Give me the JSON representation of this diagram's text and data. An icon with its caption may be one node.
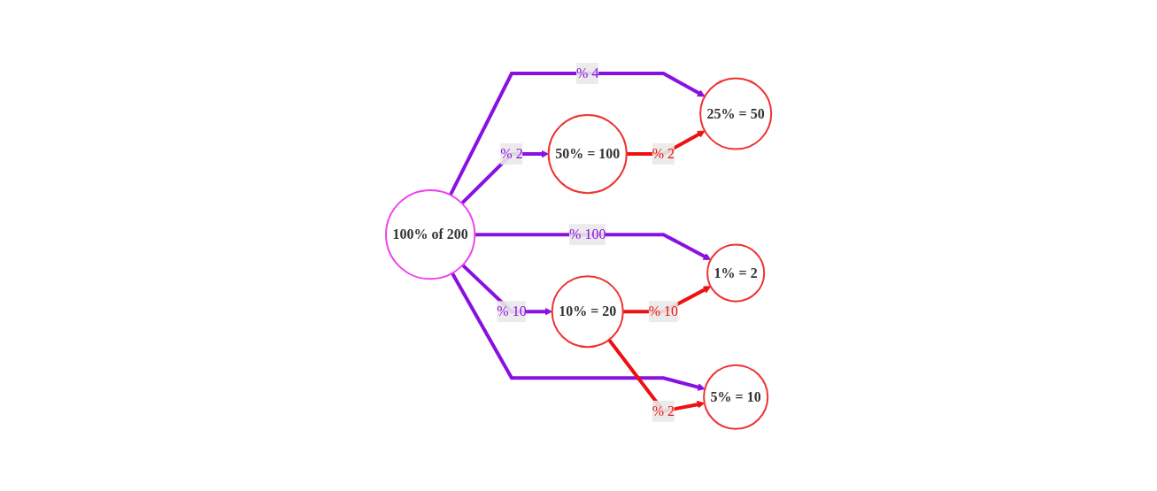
{
  "diagram": {
    "nodes": [
      {
        "text": [
          "50% = 100"
        ]
      },
      {
        "text": [
          "1% = 2"
        ]
      },
      {
        "text": [
          "100% of 200"
        ]
      },
      {
        "text": [
          "10% = 20"
        ]
      },
      {
        "text": [
          "25% = 50"
        ]
      },
      {
        "text": [
          "5% = 10"
        ]
      }
    ],
    "edges": [
      {
        "from": 2,
        "to": 0,
        "arrow": "to",
        "label": "% 2"
      },
      {
        "from": 2,
        "to": 1,
        "arrow": "to",
        "label": "% 100"
      },
      {
        "from": 2,
        "to": 3,
        "arrow": "to",
        "label": "% 10"
      },
      {
        "from": 2,
        "to": 4,
        "arrow": "to",
        "label": "% 4"
      },
      {
        "from": 2,
        "to": 5,
        "arrow": "to"
      },
      {
        "from": 0,
        "to": 4,
        "arrow": "to",
        "label": "% 2",
        "color": "#ee1111"
      },
      {
        "from": 3,
        "to": 1,
        "arrow": "to",
        "label": "% 10",
        "color": "#ee1111"
      },
      {
        "from": 3,
        "to": 5,
        "arrow": "to",
        "label": "% 2",
        "color": "#ee1111"
      }
    ]
  }
}
